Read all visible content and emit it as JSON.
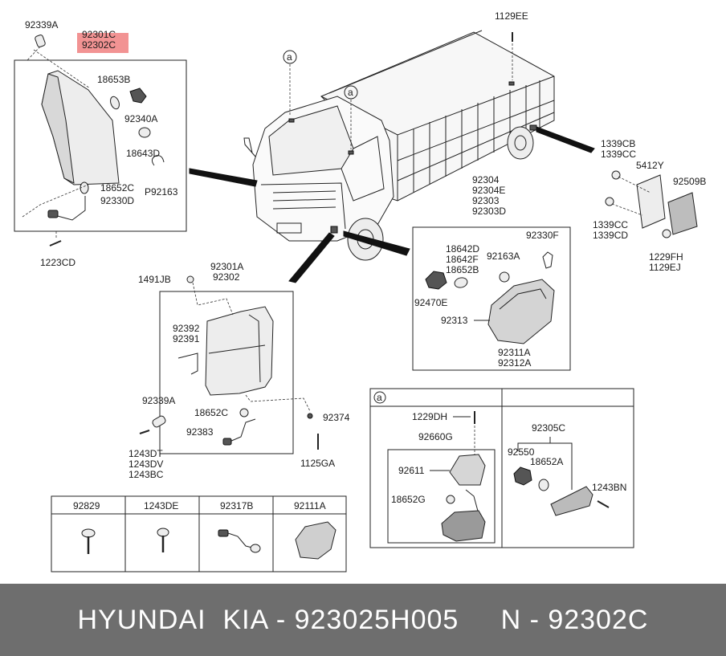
{
  "labels": {
    "l_92339A_top": "92339A",
    "l_92301C": "92301C",
    "l_92302C": "92302C",
    "l_18653B": "18653B",
    "l_92340A": "92340A",
    "l_18643D": "18643D",
    "l_18652C_top": "18652C",
    "l_92330D": "92330D",
    "l_P92163": "P92163",
    "l_1223CD": "1223CD",
    "l_1129EE": "1129EE",
    "l_a1": "a",
    "l_a2": "a",
    "l_1339CB": "1339CB",
    "l_1339CC_1": "1339CC",
    "l_5412Y": "5412Y",
    "l_92509B": "92509B",
    "l_1339CC_2": "1339CC",
    "l_1339CD": "1339CD",
    "l_1229FH": "1229FH",
    "l_1129EJ": "1129EJ",
    "l_92304": "92304",
    "l_92304E": "92304E",
    "l_92303": "92303",
    "l_92303D": "92303D",
    "l_18642D": "18642D",
    "l_18642F": "18642F",
    "l_18652B": "18652B",
    "l_92163A": "92163A",
    "l_92330F": "92330F",
    "l_92470E": "92470E",
    "l_92313": "92313",
    "l_92311A": "92311A",
    "l_92312A": "92312A",
    "l_1491JB": "1491JB",
    "l_92301A": "92301A",
    "l_92302": "92302",
    "l_92392": "92392",
    "l_92391": "92391",
    "l_92339A_mid": "92339A",
    "l_18652C_mid": "18652C",
    "l_92374": "92374",
    "l_92383": "92383",
    "l_1243DT": "1243DT",
    "l_1243DV": "1243DV",
    "l_1243BC": "1243BC",
    "l_1125GA": "1125GA",
    "l_a3": "a",
    "l_1229DH": "1229DH",
    "l_92660G": "92660G",
    "l_92611": "92611",
    "l_18652G": "18652G",
    "l_92305C": "92305C",
    "l_92550": "92550",
    "l_18652A": "18652A",
    "l_1243BN": "1243BN"
  },
  "parts_table": {
    "headers": [
      "92829",
      "1243DE",
      "92317B",
      "92111A"
    ]
  },
  "footer": {
    "text": "HYUNDAI  KIA - 923025H005     N - 92302C"
  },
  "colors": {
    "highlight": "#f08080",
    "footer_bg": "#6e6e6e"
  }
}
